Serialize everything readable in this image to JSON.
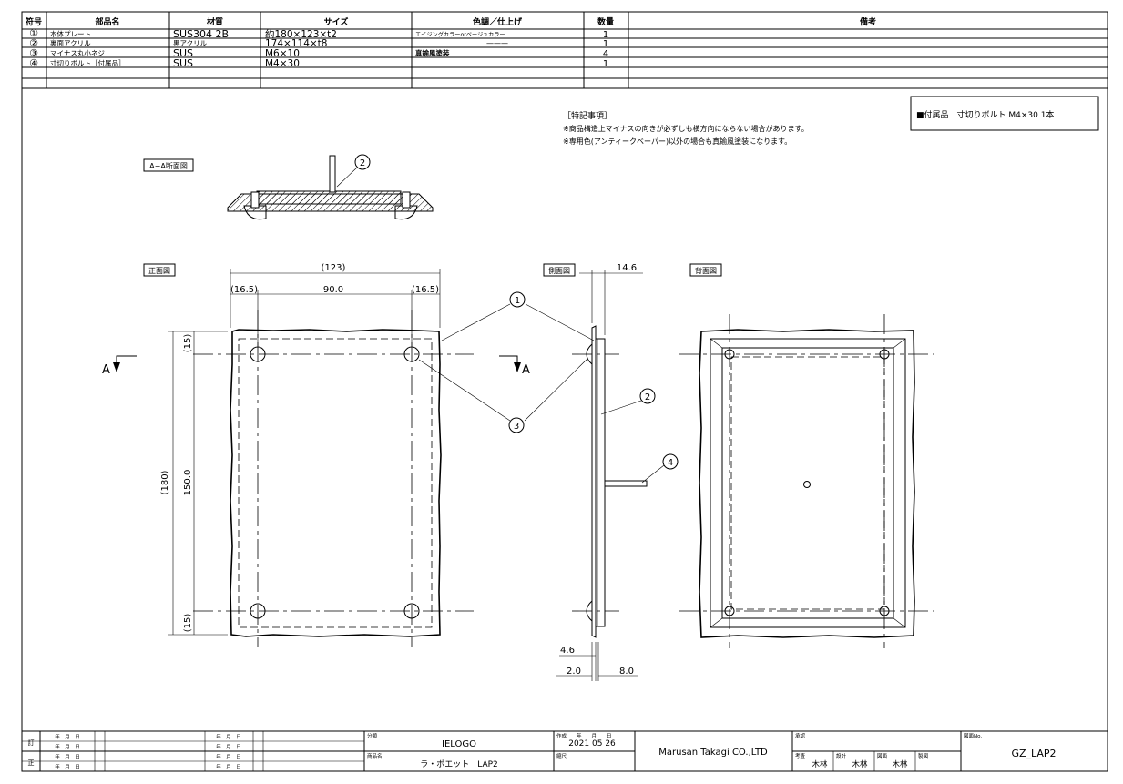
{
  "parts_table": {
    "headers": [
      "符号",
      "部品名",
      "材質",
      "サイズ",
      "色調／仕上げ",
      "数量",
      "備考"
    ],
    "rows": [
      {
        "no": "①",
        "name": "本体プレート",
        "material": "SUS304 2B",
        "size": "約180×123×t2",
        "finish": "エイジングカラーorベージュカラー",
        "qty": "1",
        "note": ""
      },
      {
        "no": "②",
        "name": "裏面アクリル",
        "material": "黒アクリル",
        "size": "174×114×t8",
        "finish": "———",
        "qty": "1",
        "note": ""
      },
      {
        "no": "③",
        "name": "マイナス丸小ネジ",
        "material": "SUS",
        "size": "M6×10",
        "finish": "真鍮風塗装",
        "qty": "4",
        "note": ""
      },
      {
        "no": "④",
        "name": "寸切りボルト［付属品］",
        "material": "SUS",
        "size": "M4×30",
        "finish": "",
        "qty": "1",
        "note": ""
      }
    ]
  },
  "accessory_box": "■付属品　寸切りボルト M4×30  1本",
  "notes": {
    "title": "［特記事項］",
    "lines": [
      "※商品構造上マイナスの向きが必ずしも横方向にならない場合があります。",
      "※専用色(アンティークベーパー)以外の場合も真鍮風塗装になります。"
    ]
  },
  "views": {
    "section": "A−A断面図",
    "front": "正面図",
    "side": "側面図",
    "back": "背面図"
  },
  "section_marks": {
    "left": "A",
    "right": "A"
  },
  "balloons": {
    "b1": "1",
    "b2": "2",
    "b3": "3",
    "b4": "4",
    "b2_section": "2"
  },
  "dims": {
    "overall_width": "(123)",
    "left_margin": "(16.5)",
    "hole_spacing_h": "90.0",
    "right_margin": "(16.5)",
    "overall_height": "(180)",
    "hole_spacing_v": "150.0",
    "top_margin": "(15)",
    "bottom_margin": "(15)",
    "side_total": "14.6",
    "side_4_6": "4.6",
    "side_2_0": "2.0",
    "side_8_0": "8.0"
  },
  "title_block": {
    "revision_labels": [
      "訂",
      "正"
    ],
    "date_cell": "年　月　日",
    "bunrui_label": "分類",
    "bunrui_value": "IELOGO",
    "product_label": "商品名",
    "product_value": "ラ・ポエット　LAP2",
    "created_label": "作成　　年　　月　　日",
    "created_value": "2021  05  26",
    "scale_label": "縮尺",
    "company": "Marusan Takagi CO.,LTD",
    "approval_label": "承認",
    "check_label": "考査",
    "check_value": "木林",
    "design_label": "設計",
    "design_value": "木林",
    "drafter_label": "図面",
    "drafter_value": "木林",
    "trace_label": "製図",
    "drawing_no_label": "図面No.",
    "drawing_no": "GZ_LAP2"
  }
}
